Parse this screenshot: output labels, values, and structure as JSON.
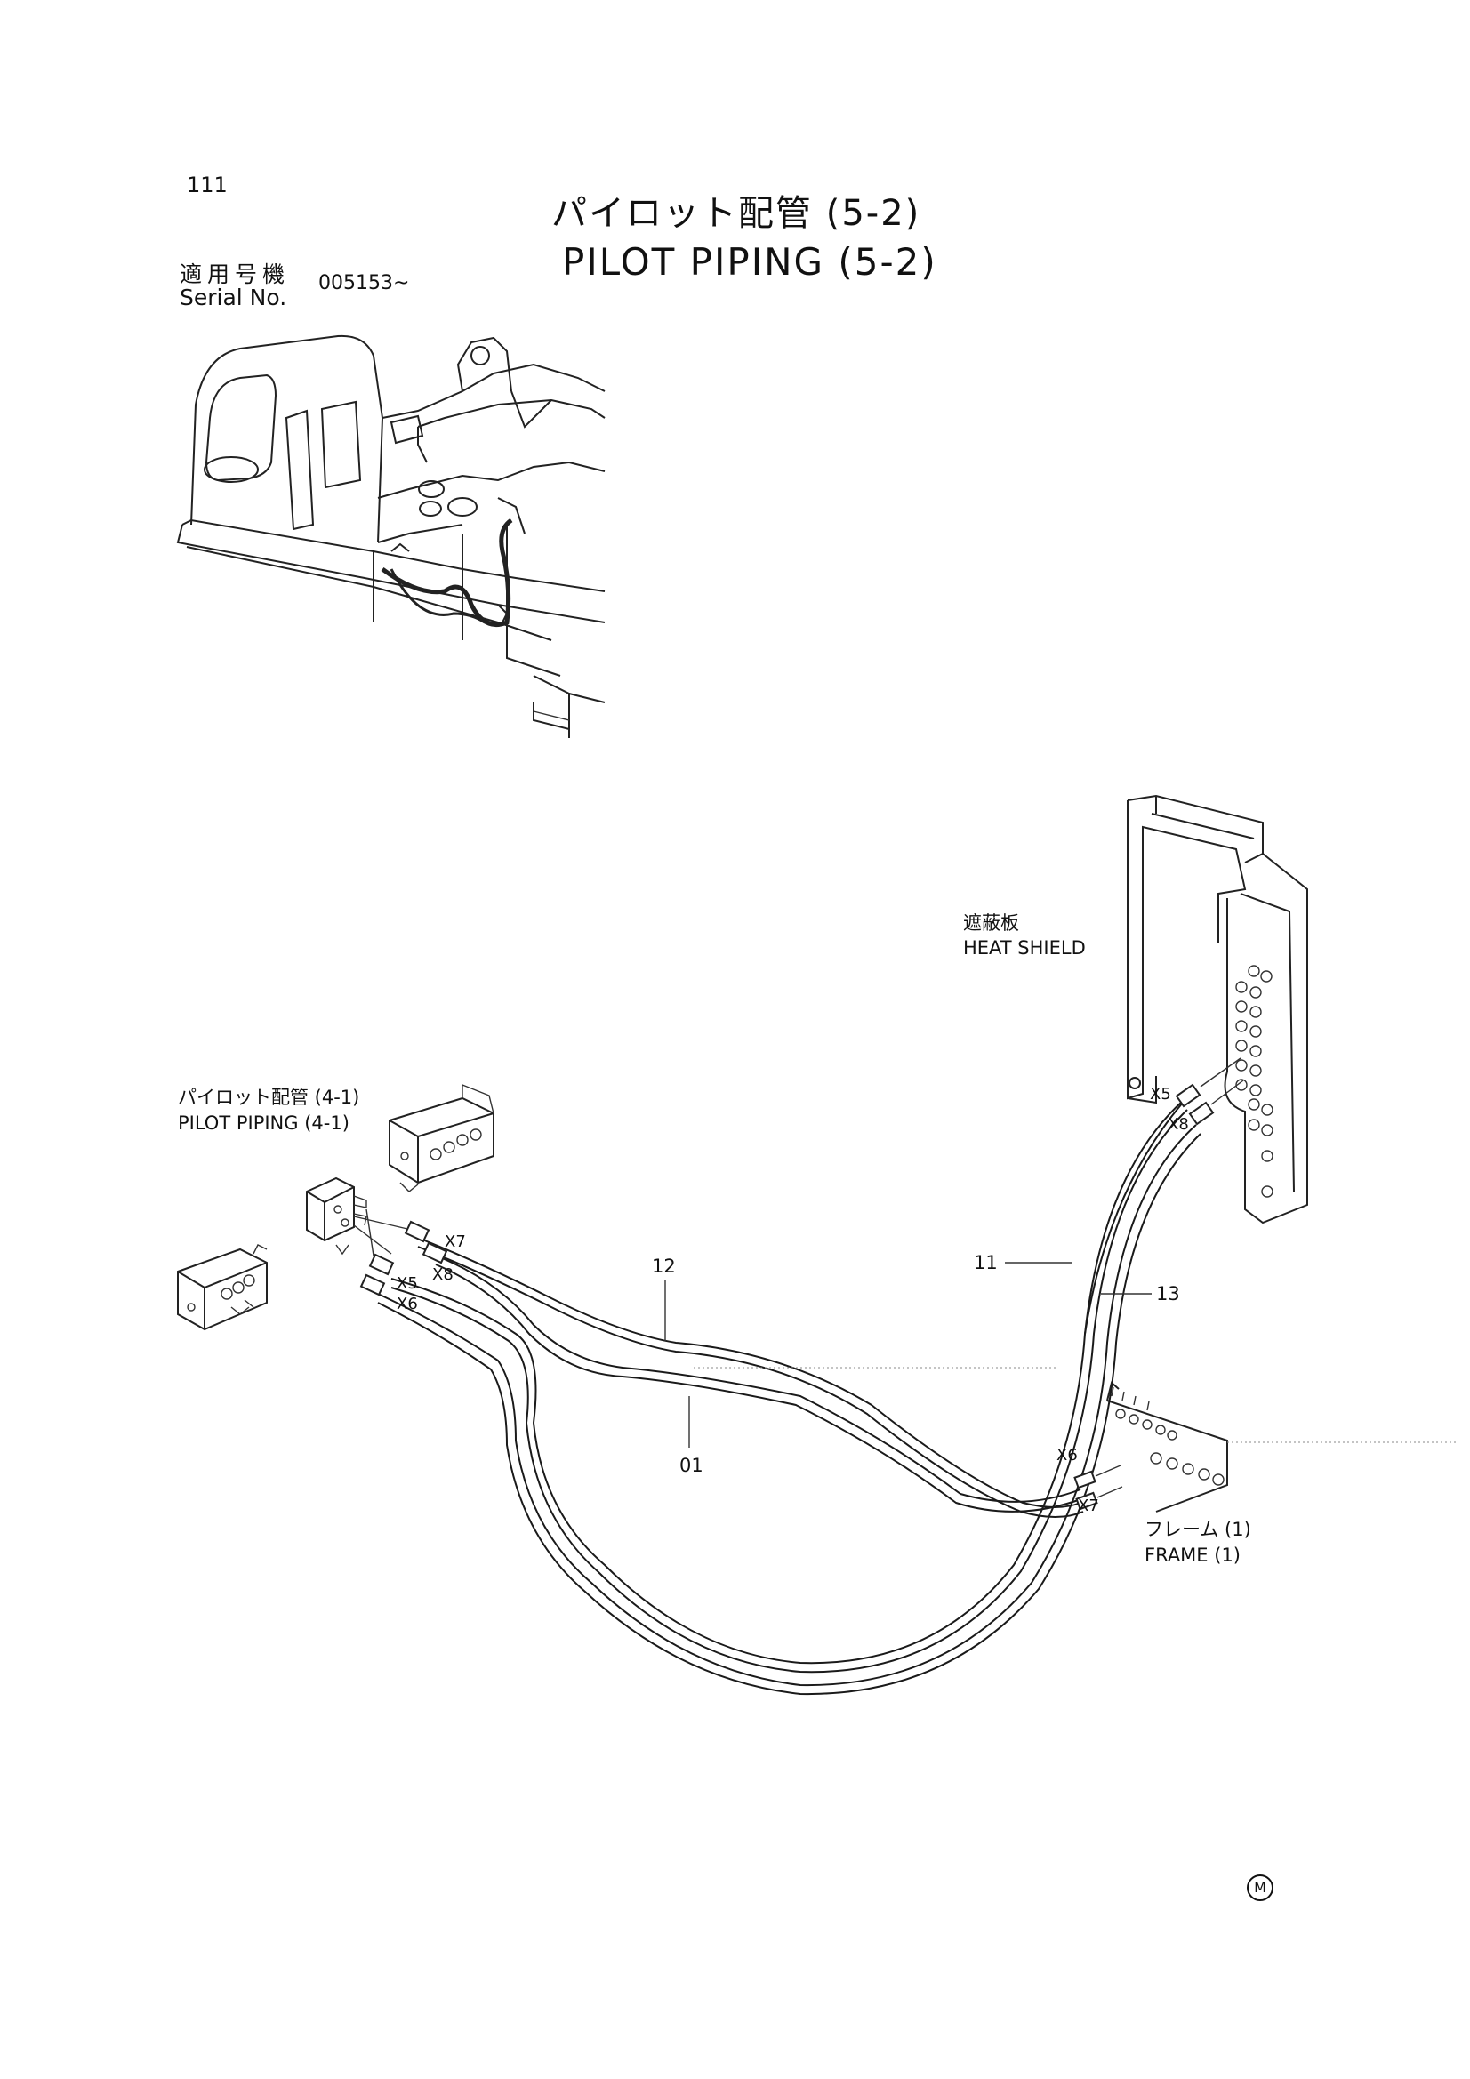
{
  "page": {
    "page_number": "111",
    "title_jp": "パイロット配管 (5-2)",
    "title_en": "PILOT PIPING (5-2)"
  },
  "serial": {
    "label_jp": "適用号機",
    "label_en": "Serial No.",
    "value": "005153~"
  },
  "components": {
    "heat_shield_jp": "遮蔽板",
    "heat_shield_en": "HEAT SHIELD",
    "pilot_piping_ref_jp": "パイロット配管 (4-1)",
    "pilot_piping_ref_en": "PILOT PIPING (4-1)",
    "frame_ref_jp": "フレーム (1)",
    "frame_ref_en": "FRAME (1)"
  },
  "ports": {
    "x5": "X5",
    "x6": "X6",
    "x7": "X7",
    "x8": "X8"
  },
  "parts": {
    "p01": "01",
    "p11": "11",
    "p12": "12",
    "p13": "13"
  },
  "footer": {
    "maker_mark": "M"
  }
}
